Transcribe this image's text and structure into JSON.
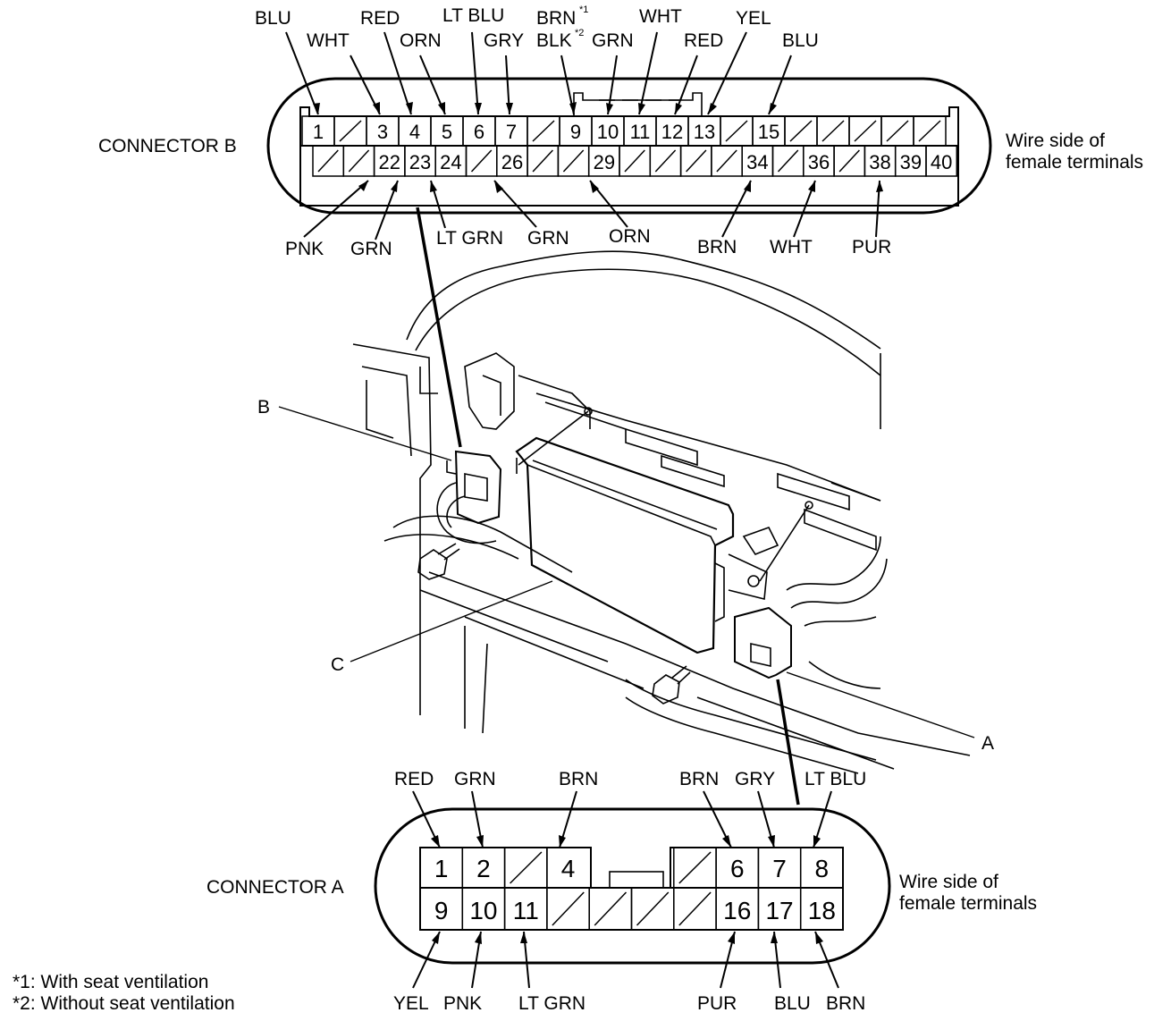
{
  "connector_b": {
    "title": "CONNECTOR B",
    "side_label_1": "Wire side of",
    "side_label_2": "female terminals",
    "top_row": [
      "1",
      "",
      "3",
      "4",
      "5",
      "6",
      "7",
      "",
      "9",
      "10",
      "11",
      "12",
      "13",
      "",
      "15",
      "",
      "",
      "",
      "",
      ""
    ],
    "bottom_row": [
      "",
      "",
      "22",
      "23",
      "24",
      "",
      "26",
      "",
      "",
      "29",
      "",
      "",
      "",
      "",
      "34",
      "",
      "36",
      "",
      "38",
      "39",
      "40"
    ],
    "top_wires": [
      {
        "color": "BLU",
        "pin": "1"
      },
      {
        "color": "WHT",
        "pin": "3"
      },
      {
        "color": "RED",
        "pin": "4"
      },
      {
        "color": "ORN",
        "pin": "5"
      },
      {
        "color": "LT BLU",
        "pin": "6"
      },
      {
        "color": "GRY",
        "pin": "7"
      },
      {
        "color": "BRN",
        "sup": "*1",
        "pin": "9"
      },
      {
        "color": "BLK",
        "sup": "*2",
        "pin": "9"
      },
      {
        "color": "GRN",
        "pin": "10"
      },
      {
        "color": "WHT",
        "pin": "11"
      },
      {
        "color": "RED",
        "pin": "12"
      },
      {
        "color": "YEL",
        "pin": "13"
      },
      {
        "color": "BLU",
        "pin": "15"
      }
    ],
    "bottom_wires": [
      {
        "color": "PNK",
        "pin": "22"
      },
      {
        "color": "GRN",
        "pin": "23"
      },
      {
        "color": "LT GRN",
        "pin": "24"
      },
      {
        "color": "GRN",
        "pin": "26"
      },
      {
        "color": "ORN",
        "pin": "29"
      },
      {
        "color": "BRN",
        "pin": "34"
      },
      {
        "color": "WHT",
        "pin": "36"
      },
      {
        "color": "PUR",
        "pin": "38"
      }
    ]
  },
  "connector_a": {
    "title": "CONNECTOR A",
    "side_label_1": "Wire side of",
    "side_label_2": "female terminals",
    "top_row": [
      "1",
      "2",
      "",
      "4",
      "6",
      "7",
      "8"
    ],
    "bottom_row": [
      "9",
      "10",
      "11",
      "",
      "",
      "",
      "16",
      "17",
      "18"
    ],
    "top_wires": [
      {
        "color": "RED",
        "pin": "1"
      },
      {
        "color": "GRN",
        "pin": "2"
      },
      {
        "color": "BRN",
        "pin": "4"
      },
      {
        "color": "BRN",
        "pin": "6"
      },
      {
        "color": "GRY",
        "pin": "7"
      },
      {
        "color": "LT BLU",
        "pin": "8"
      }
    ],
    "bottom_wires": [
      {
        "color": "YEL",
        "pin": "9"
      },
      {
        "color": "PNK",
        "pin": "10"
      },
      {
        "color": "LT GRN",
        "pin": "11"
      },
      {
        "color": "PUR",
        "pin": "16"
      },
      {
        "color": "BLU",
        "pin": "17"
      },
      {
        "color": "BRN",
        "pin": "18"
      }
    ]
  },
  "callouts": {
    "a": "A",
    "b": "B",
    "c": "C"
  },
  "footnotes": [
    "*1: With seat ventilation",
    "*2: Without seat ventilation"
  ]
}
